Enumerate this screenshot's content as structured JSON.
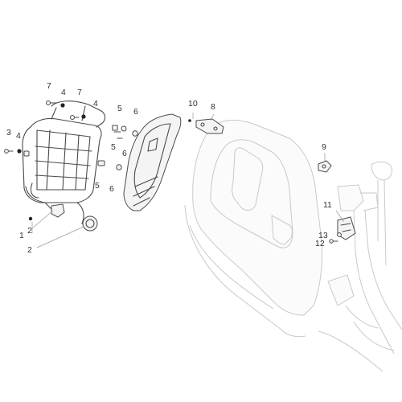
{
  "diagram": {
    "callouts": [
      {
        "id": "c7a",
        "label": "7"
      },
      {
        "id": "c4a",
        "label": "4"
      },
      {
        "id": "c7b",
        "label": "7"
      },
      {
        "id": "c4b",
        "label": "4"
      },
      {
        "id": "c3",
        "label": "3"
      },
      {
        "id": "c4c",
        "label": "4"
      },
      {
        "id": "c5a",
        "label": "5"
      },
      {
        "id": "c6a",
        "label": "6"
      },
      {
        "id": "c5b",
        "label": "5"
      },
      {
        "id": "c6b",
        "label": "6"
      },
      {
        "id": "c5c",
        "label": "5"
      },
      {
        "id": "c6c",
        "label": "6"
      },
      {
        "id": "c10",
        "label": "10"
      },
      {
        "id": "c8",
        "label": "8"
      },
      {
        "id": "c9",
        "label": "9"
      },
      {
        "id": "c11",
        "label": "11"
      },
      {
        "id": "c13",
        "label": "13"
      },
      {
        "id": "c12",
        "label": "12"
      },
      {
        "id": "c1",
        "label": "1"
      },
      {
        "id": "c2a",
        "label": "2"
      },
      {
        "id": "c2b",
        "label": "2"
      }
    ]
  }
}
